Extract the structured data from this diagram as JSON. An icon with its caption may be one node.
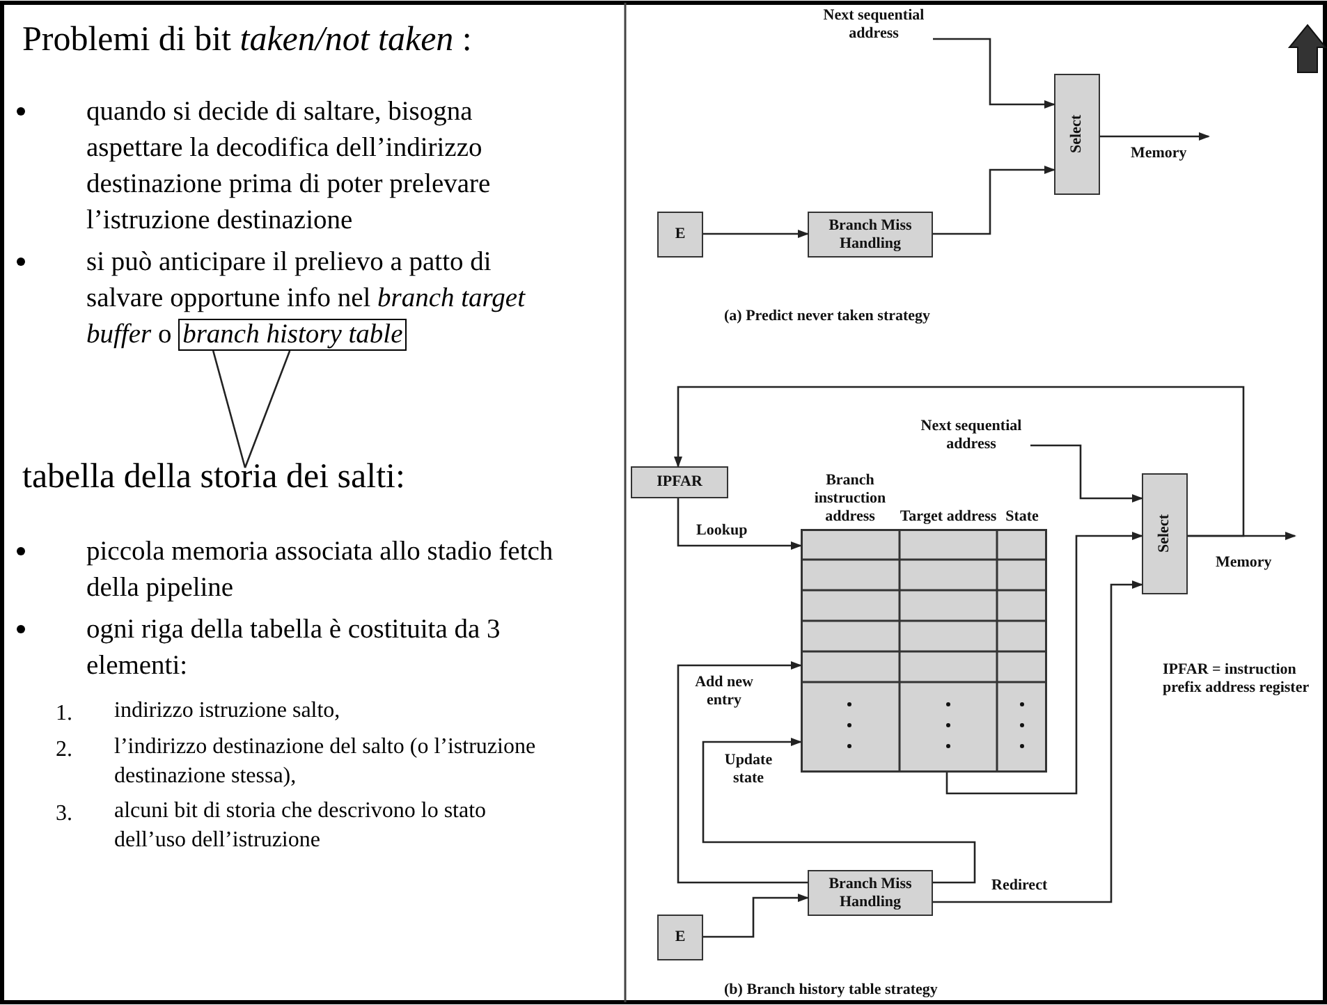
{
  "diagram": {
    "title": "Problemi di bit *taken/not taken* :",
    "nodes": [
      {
        "text": [
          "Next sequential address"
        ]
      },
      {
        "text": [
          "Select"
        ]
      },
      {
        "text": [
          "E"
        ]
      },
      {
        "text": [
          "Branch Miss Handling"
        ]
      },
      {
        "text": [
          "IPFAR"
        ]
      },
      {
        "text": [
          "Next sequential address"
        ]
      },
      {
        "text": [
          "Branch instruction address",
          "Target address",
          "State"
        ]
      },
      {
        "text": [
          "Select"
        ]
      },
      {
        "text": [
          "Branch Miss Handling"
        ]
      },
      {
        "text": [
          "E"
        ]
      },
      {
        "text": [
          "*branch history table*"
        ]
      },
      {
        "text": [
          "tabella della storia dei salti:"
        ]
      }
    ],
    "edges": [
      {
        "from": 0,
        "to": 1,
        "arrow": "to"
      },
      {
        "from": 2,
        "to": 3,
        "arrow": "to"
      },
      {
        "from": 3,
        "to": 1,
        "arrow": "to"
      },
      {
        "from": 1,
        "to": null,
        "arrow": "to",
        "label": "Memory"
      },
      {
        "from": 7,
        "to": 4,
        "arrow": "to"
      },
      {
        "from": 4,
        "to": 6,
        "arrow": "to",
        "label": "Lookup"
      },
      {
        "from": 5,
        "to": 7,
        "arrow": "to"
      },
      {
        "from": 6,
        "to": 7,
        "arrow": "to"
      },
      {
        "from": 8,
        "to": 7,
        "arrow": "to",
        "label": "Redirect"
      },
      {
        "from": 8,
        "to": 6,
        "arrow": "to",
        "label": "Add new entry"
      },
      {
        "from": 8,
        "to": 6,
        "arrow": "to",
        "label": "Update state"
      },
      {
        "from": 9,
        "to": 8,
        "arrow": "to"
      },
      {
        "from": 7,
        "to": null,
        "arrow": "to",
        "label": "Memory"
      },
      {
        "from": 10,
        "to": 11,
        "arrow": "none"
      }
    ],
    "labels": [
      "quando si decide di saltare, bisogna aspettare la decodifica dell’indirizzo destinazione prima di poter prelevare l’istruzione destinazione",
      "si può anticipare il prelievo a patto di salvare opportune info nel *branch target buffer* o",
      "piccola memoria associata allo stadio fetch della pipeline",
      "ogni riga della tabella è costituita da 3 elementi:",
      "1.",
      "indirizzo istruzione salto,",
      "2.",
      "l’indirizzo destinazione del salto (o l’istruzione destinazione stessa),",
      "3.",
      "alcuni bit di storia che descrivono lo stato dell’uso dell’istruzione",
      "(a) Predict never taken strategy",
      "IPFAR = instruction prefix address register",
      "(b) Branch history table strategy"
    ]
  }
}
